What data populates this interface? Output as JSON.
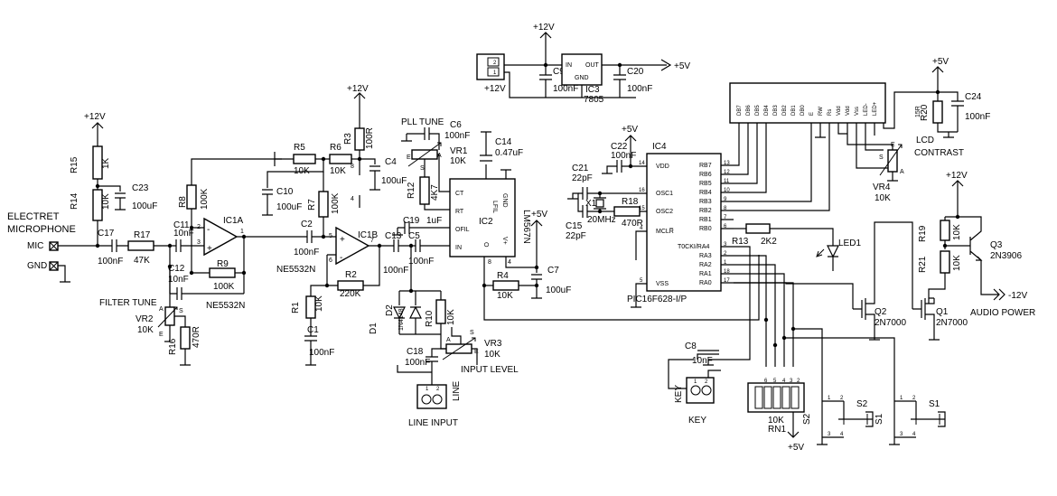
{
  "rails": {
    "p12": "+12V",
    "p5": "+5V",
    "m12": "-12V"
  },
  "titles": {
    "electret": "ELECTRET",
    "microphone": "MICROPHONE",
    "mic": "MIC",
    "gnd": "GND",
    "filter_tune": "FILTER TUNE",
    "pll_tune": "PLL TUNE",
    "line_input": "LINE INPUT",
    "input_level": "INPUT LEVEL",
    "lcd": "LCD",
    "contrast": "CONTRAST",
    "audio_power": "AUDIO POWER",
    "key": "KEY",
    "line": "LINE"
  },
  "ics": {
    "ic1a": "IC1A",
    "ic1b": "IC1B",
    "ne5532_a": "NE5532N",
    "ne5532_b": "NE5532N",
    "ic2": "IC2",
    "lm567": "LM567N",
    "ic3": "IC3",
    "ic3_part": "7805",
    "ic3_in": "IN",
    "ic3_out": "OUT",
    "ic3_gnd": "GND",
    "ic4": "IC4",
    "ic4_part": "PIC16F628-I/P",
    "ic2_pins": {
      "ct": "CT",
      "rt": "RT",
      "ofil": "OFIL",
      "in": "IN",
      "lfil": "LFIL",
      "gnd": "GND",
      "vp": "V+",
      "o": "O"
    },
    "ic4_left": [
      "VDD",
      "OSC1",
      "OSC2",
      "MCLR̅",
      "VSS"
    ],
    "ic4_right": [
      "RB7",
      "RB6",
      "RB5",
      "RB4",
      "RB3",
      "RB2",
      "RB1",
      "RB0",
      "T0CKI/RA4",
      "RA3",
      "RA2",
      "RA1",
      "RA0"
    ],
    "ic4_left_nums": [
      "14",
      "16",
      "15",
      "4",
      "5"
    ],
    "ic4_right_nums": [
      "13",
      "12",
      "11",
      "10",
      "9",
      "8",
      "7",
      "6",
      "3",
      "2",
      "1",
      "18",
      "17"
    ]
  },
  "parts": {
    "r15": "R15",
    "r15v": "1K",
    "r14": "R14",
    "r14v": "10K",
    "c23": "C23",
    "c23v": "100uF",
    "c17": "C17",
    "c17v": "100nF",
    "r17": "R17",
    "r17v": "47K",
    "r8": "R8",
    "r8v": "100K",
    "c11": "C11",
    "c11v": "10nF",
    "c12": "C12",
    "c12v": "10nF",
    "r9": "R9",
    "r9v": "100K",
    "vr2": "VR2",
    "vr2v": "10K",
    "r16": "R16",
    "r16v": "470R",
    "r5": "R5",
    "r5v": "10K",
    "r6": "R6",
    "r6v": "10K",
    "r3": "R3",
    "r3v": "100R",
    "c10": "C10",
    "c10v": "100uF",
    "r7": "R7",
    "r7v": "100K",
    "c4": "C4",
    "c4v": "100uF",
    "c2": "C2",
    "c2v": "100nF",
    "r2": "R2",
    "r2v": "220K",
    "r1": "R1",
    "r1v": "10K",
    "c1": "C1",
    "c1v": "100nF",
    "c13": "C13",
    "c13v": "100nF",
    "c6": "C6",
    "c6v": "100nF",
    "vr1": "VR1",
    "vr1v": "10K",
    "r12": "R12",
    "r12v": "4K7",
    "c14": "C14",
    "c14v": "0.47uF",
    "c19": "C19",
    "c19v": "1uF",
    "c5": "C5",
    "c5v": "100nF",
    "d1": "D1",
    "d2": "D2",
    "diodev": "1N4148",
    "r10": "R10",
    "r10v": "10K",
    "r4": "R4",
    "r4v": "10K",
    "c7": "C7",
    "c7v": "100uF",
    "c18": "C18",
    "c18v": "100nF",
    "vr3": "VR3",
    "vr3v": "10K",
    "c9": "C9",
    "c9v": "100nF",
    "c20": "C20",
    "c20v": "100nF",
    "c22": "C22",
    "c22v": "100nF",
    "c21": "C21",
    "c21v": "22pF",
    "c15": "C15",
    "c15v": "22pF",
    "x1": "X1",
    "x1v": "20MHz",
    "r18": "R18",
    "r18v": "470R",
    "r13": "R13",
    "r13v": "2K2",
    "led1": "LED1",
    "c8": "C8",
    "c8v": "10nF",
    "rn1": "RN1",
    "rn1v": "10K",
    "r20": "R20",
    "r20v": "15R",
    "c24": "C24",
    "c24v": "100nF",
    "vr4": "VR4",
    "vr4v": "10K",
    "r19": "R19",
    "r19v": "10K",
    "r21": "R21",
    "r21v": "10K",
    "q3": "Q3",
    "q3v": "2N3906",
    "q2": "Q2",
    "q2v": "2N7000",
    "q1": "Q1",
    "q1v": "2N7000",
    "s1": "S1",
    "s2": "S2"
  },
  "lcd_pins": [
    "DB7",
    "DB6",
    "DB5",
    "DB4",
    "DB3",
    "DB2",
    "DB1",
    "DB0",
    "E",
    "RW",
    "Rs",
    "Vdd",
    "Vdd",
    "Vss",
    "LED-",
    "LED+"
  ],
  "pins_generic": {
    "a": "A",
    "e": "E",
    "s": "S",
    "one": "1",
    "two": "2",
    "three": "3",
    "four": "4",
    "five": "5",
    "six": "6",
    "seven": "7",
    "eight": "8"
  }
}
